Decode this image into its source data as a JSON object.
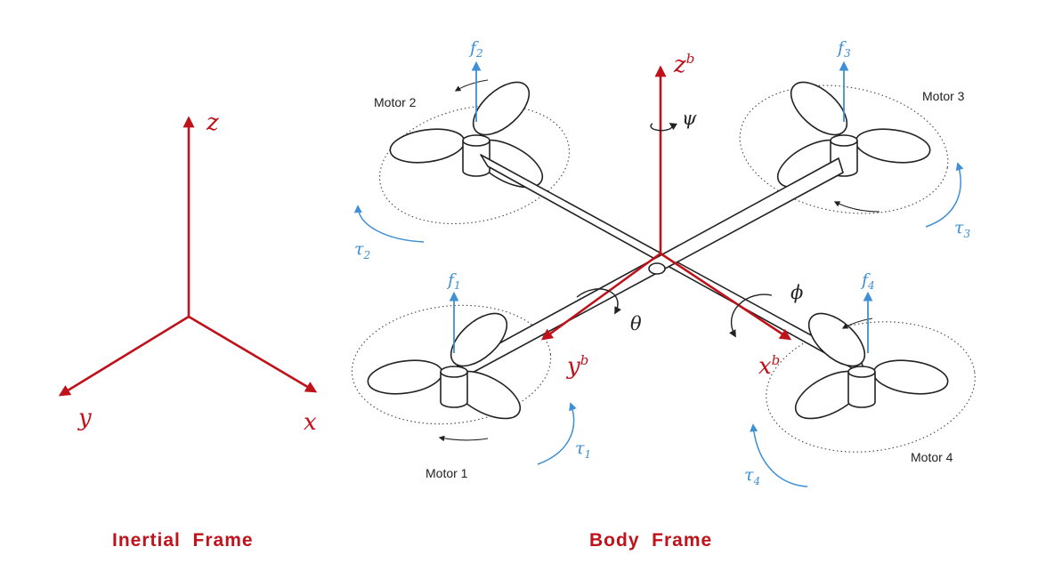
{
  "inertial_frame": {
    "title": "Inertial  Frame",
    "axes": {
      "z": "z",
      "y": "y",
      "x": "x"
    }
  },
  "body_frame": {
    "title": "Body  Frame",
    "axes": {
      "z": "z",
      "y": "y",
      "x": "x",
      "superscript": "b"
    },
    "rotations": {
      "yaw": "ψ",
      "pitch": "θ",
      "roll": "ϕ"
    }
  },
  "motors": [
    {
      "label": "Motor 1",
      "force": "f",
      "torque": "τ",
      "index": "1"
    },
    {
      "label": "Motor 2",
      "force": "f",
      "torque": "τ",
      "index": "2"
    },
    {
      "label": "Motor 3",
      "force": "f",
      "torque": "τ",
      "index": "3"
    },
    {
      "label": "Motor 4",
      "force": "f",
      "torque": "τ",
      "index": "4"
    }
  ],
  "colors": {
    "axis_red": "#c0121b",
    "force_blue": "#3e8fd4",
    "line_black": "#222222"
  }
}
